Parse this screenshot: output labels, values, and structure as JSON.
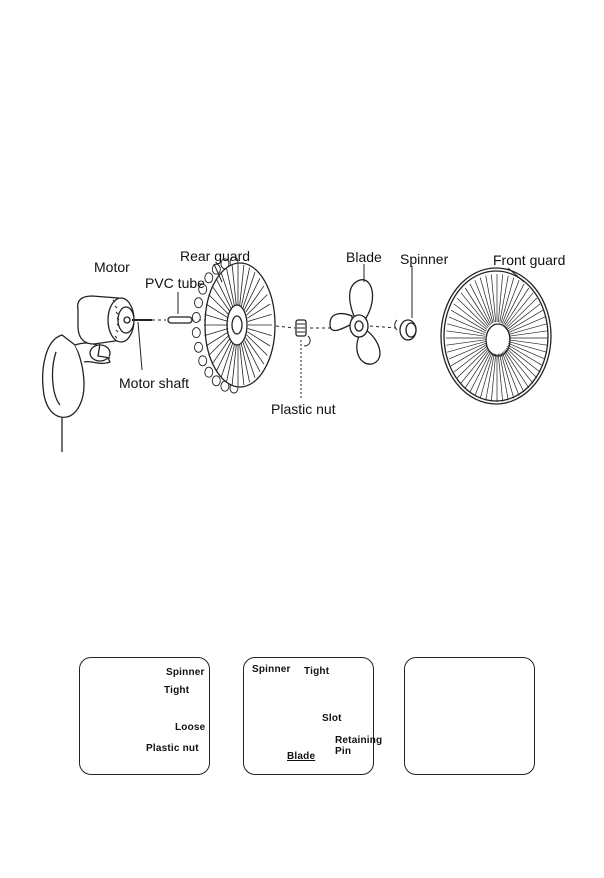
{
  "exploded_view": {
    "labels": {
      "motor": "Motor",
      "pvc_tube": "PVC tube",
      "rear_guard": "Rear guard",
      "blade": "Blade",
      "spinner": "Spinner",
      "front_guard": "Front guard",
      "motor_shaft": "Motor shaft",
      "plastic_nut": "Plastic nut"
    }
  },
  "steps": [
    {
      "spinner": "Spinner",
      "tight": "Tight",
      "loose": "Loose",
      "plastic_nut": "Plastic nut"
    },
    {
      "spinner": "Spinner",
      "tight": "Tight",
      "slot": "Slot",
      "retaining": "Retaining",
      "pin": "Pin",
      "blade": "Blade"
    },
    {}
  ]
}
